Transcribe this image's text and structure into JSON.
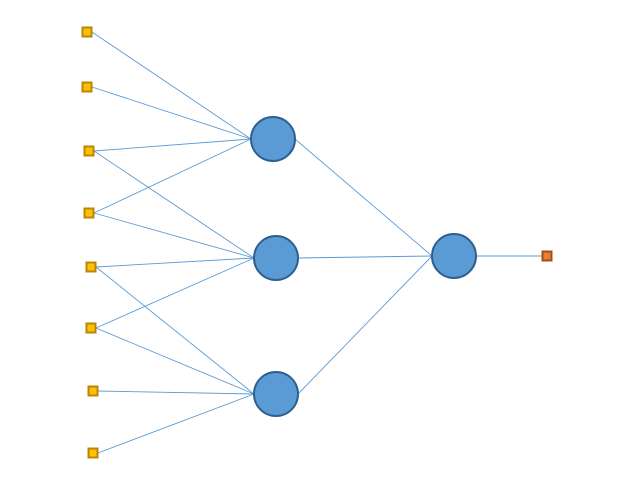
{
  "diagram": {
    "type": "neural-network",
    "layers": {
      "inputs": 8,
      "hidden": 3,
      "outputs": 1
    },
    "input_to_hidden": [
      [
        0,
        0
      ],
      [
        1,
        0
      ],
      [
        2,
        0
      ],
      [
        2,
        1
      ],
      [
        3,
        0
      ],
      [
        3,
        1
      ],
      [
        4,
        1
      ],
      [
        4,
        2
      ],
      [
        5,
        1
      ],
      [
        5,
        2
      ],
      [
        6,
        2
      ],
      [
        7,
        2
      ]
    ],
    "hidden_to_output": [
      [
        0,
        0
      ],
      [
        1,
        0
      ],
      [
        2,
        0
      ]
    ],
    "colors": {
      "edge": "#5b9bd5",
      "node_fill": "#5b9bd5",
      "node_stroke": "#2f5f8f",
      "input_fill": "#ffc000",
      "input_stroke": "#b8860b",
      "output_fill": "#ed7d31",
      "output_stroke": "#a0501a"
    }
  }
}
